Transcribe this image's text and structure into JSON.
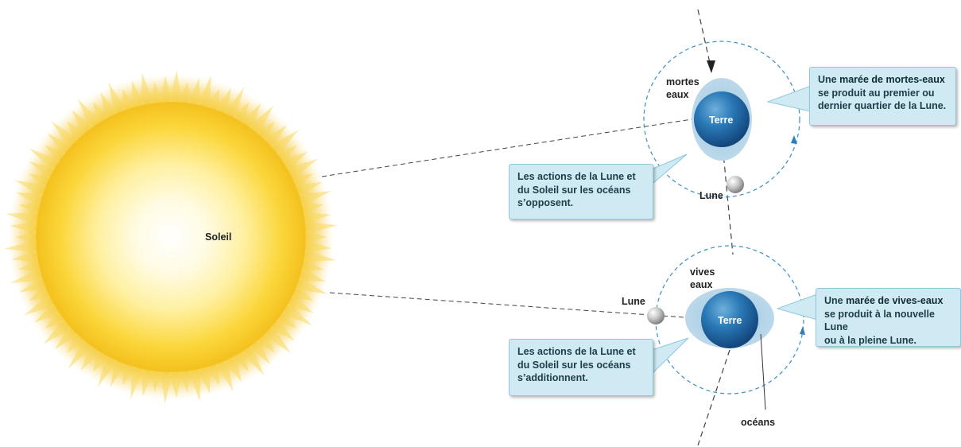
{
  "sun": {
    "label": "Soleil"
  },
  "neap": {
    "earth_label": "Terre",
    "tide_label_line1": "mortes",
    "tide_label_line2": "eaux",
    "moon_label": "Lune",
    "callout_right": {
      "prefix": "Une ",
      "emphasis": "marée de mortes-eaux",
      "line2": "se produit au  premier ou",
      "line3": "dernier quartier de la Lune."
    },
    "callout_left": {
      "line1": "Les actions de la Lune et",
      "line2": "du Soleil sur les océans",
      "line3": "s’opposent."
    }
  },
  "spring": {
    "earth_label": "Terre",
    "tide_label_line1": "vives",
    "tide_label_line2": "eaux",
    "moon_label": "Lune",
    "oceans_label": "océans",
    "callout_right": {
      "prefix": "Une ",
      "emphasis": "marée de vives-eaux",
      "line2": "se produit à la nouvelle Lune",
      "line3": "ou à la pleine Lune."
    },
    "callout_left": {
      "line1": "Les actions de la Lune et",
      "line2": "du Soleil sur les océans",
      "line3": "s’additionnent."
    }
  },
  "colors": {
    "orbit": "#3a8fc4",
    "earth": "#1f66a3",
    "ocean_bulge": "#a9cde3",
    "callout_bg": "#cfeaf3",
    "sun_core": "#fffbe0",
    "sun_edge": "#f6c21c"
  }
}
